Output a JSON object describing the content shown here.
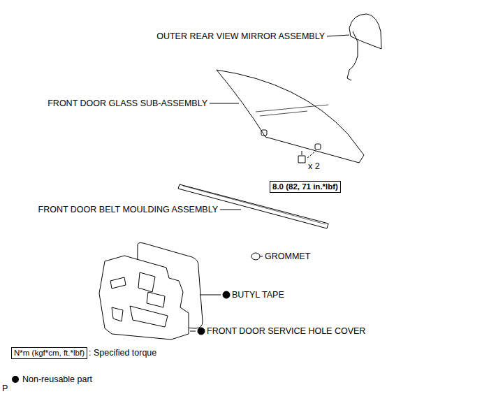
{
  "diagram": {
    "nodes": [
      {
        "text": [
          "8.0 (82, 71 in.*lbf)"
        ]
      },
      {
        "text": [
          "N*m (kgf*cm, ft.*lbf)"
        ]
      }
    ],
    "labels": [
      "OUTER REAR VIEW MIRROR ASSEMBLY",
      "FRONT DOOR GLASS SUB-ASSEMBLY",
      "x 2",
      "FRONT DOOR BELT MOULDING ASSEMBLY",
      "GROMMET",
      "BUTYL TAPE",
      "FRONT DOOR SERVICE HOLE COVER",
      "P"
    ],
    "legend": [
      {
        "text": ": Specified torque"
      },
      {
        "text": "Non-reusable part"
      }
    ]
  }
}
